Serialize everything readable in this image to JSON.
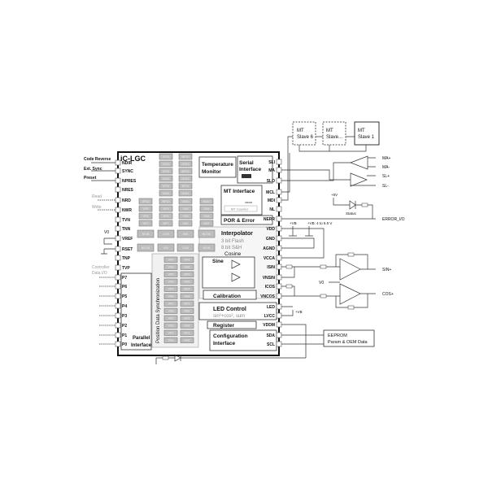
{
  "chip": {
    "name": "iC-LGC",
    "left_pins": [
      "NDIR",
      "SYNC",
      "NPRES",
      "NRES",
      "NRD",
      "NWR",
      "TVN",
      "TNN",
      "VREF",
      "RSET",
      "TNP",
      "TVP",
      "P7",
      "P6",
      "P5",
      "P4",
      "P3",
      "P2",
      "P1",
      "P0"
    ],
    "right_pins": [
      "SLI",
      "MA",
      "SLO",
      "MCL",
      "MDI",
      "NL",
      "NERR",
      "VDD",
      "GND",
      "AGND",
      "VCCA",
      "ISIN",
      "VNSIN",
      "ICOS",
      "VNCOS",
      "LED",
      "LVCC",
      "VDDM",
      "SDA",
      "SCL"
    ],
    "blocks": {
      "temperature": "Temperature",
      "monitor": "Monitor",
      "serial1": "Serial",
      "serial2": "Interface",
      "mt_interface": "MT Interface",
      "vdom": "VDOM",
      "mt_counter": "MT Counter",
      "por_error": "POR & Error",
      "interpolator": "Interpolator",
      "flash": "3 bit Flash",
      "sh": "8 bit S&H",
      "cosine": "Cosine",
      "sine": "Sine",
      "calibration": "Calibration",
      "led_control": "LED Control",
      "led_sub": "sin²+cos², sum",
      "register": "Register",
      "config1": "Configuration",
      "config2": "Interface",
      "parallel1": "Parallel",
      "parallel2": "Interface",
      "sync": "Position Data Synchronization"
    },
    "upper_cells": [
      [
        "",
        "VP13",
        "NP13",
        ""
      ],
      [
        "",
        "VN13",
        "NN13",
        ""
      ],
      [
        "",
        "VP12",
        "NP12",
        ""
      ],
      [
        "",
        "VN12",
        "NN12",
        ""
      ],
      [
        "",
        "VP11",
        "NP11",
        ""
      ],
      [
        "",
        "VN11",
        "NN11",
        ""
      ],
      [
        "VP10",
        "NP10",
        "VN10",
        "NN10"
      ],
      [
        "VP9",
        "NP9",
        "VN9",
        "NN9"
      ],
      [
        "VP8",
        "NP8",
        "VN8",
        "NN8"
      ],
      [
        "VP7",
        "NP7",
        "VN7",
        "NN7"
      ]
    ],
    "mid_cells": [
      [
        "NSIN",
        "COS",
        "SIN",
        "NCOS"
      ],
      [
        "NCOS",
        "SIN",
        "COS",
        "NSIN"
      ]
    ],
    "lower_cells": [
      [
        "VP6",
        "NP6"
      ],
      [
        "VN6",
        "NN6"
      ],
      [
        "VP5",
        "NP5"
      ],
      [
        "VN5",
        "NN5"
      ],
      [
        "VP4",
        "NP4"
      ],
      [
        "VN4",
        "NN4"
      ],
      [
        "VP3",
        "NP3"
      ],
      [
        "VN3",
        "NN3"
      ],
      [
        "VP2",
        "NP2"
      ],
      [
        "VN2",
        "NN2"
      ],
      [
        "VP1",
        "NP1"
      ],
      [
        "VN1",
        "NN1"
      ]
    ]
  },
  "external": {
    "code_reverse": "Code Reverse",
    "ext_sync": "Ext. Sync",
    "preset": "Preset",
    "read": "Read",
    "write": "Write",
    "v0_left": "V0",
    "controller1": "Controller",
    "controller2": "Data I/O",
    "slave6_1": "MT",
    "slave6_2": "Slave 6",
    "slaveN_1": "MT",
    "slaveN_2": "Slave...",
    "slave1_1": "MT",
    "slave1_2": "Slave 1",
    "ma_plus": "MA+",
    "ma_minus": "MA-",
    "sl_plus": "SL+",
    "sl_minus": "SL-",
    "plus5v": "+5V",
    "status": "Status",
    "error_io": "ERROR_I/O",
    "vb": "+VB",
    "vb_range": "+VB: 4 to 5.5 V",
    "sin_plus": "SIN+",
    "cos_plus": "COS+",
    "v0_right": "V0",
    "vb2": "+VB",
    "eeprom1": "EEPROM",
    "eeprom2": "Param & OEM Data"
  }
}
